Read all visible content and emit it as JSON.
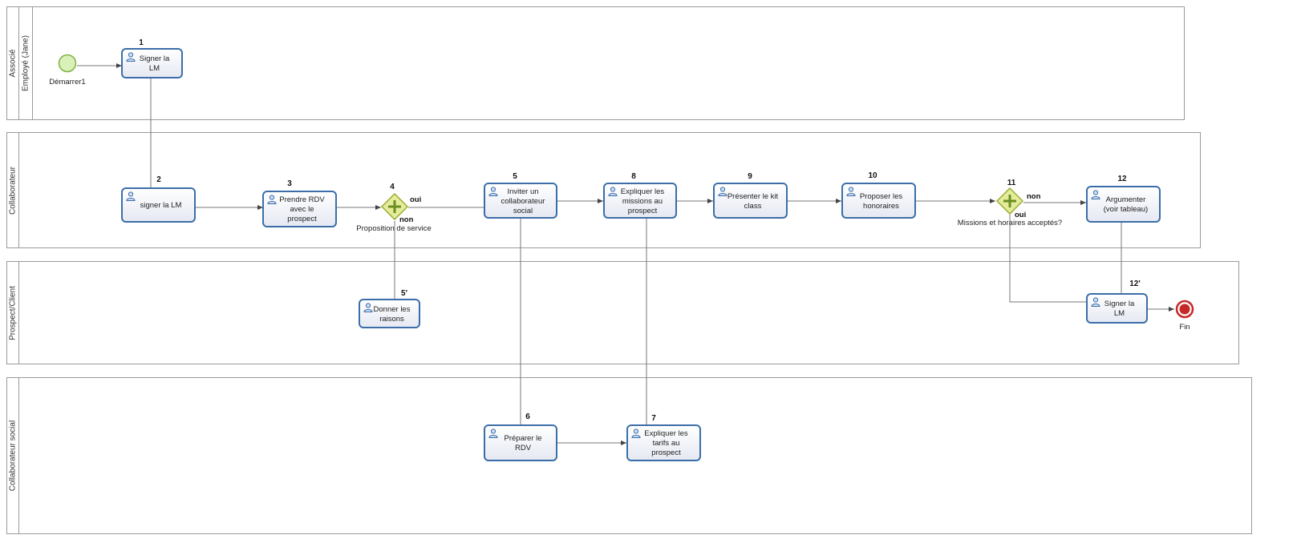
{
  "lanes": {
    "associe": "Associé",
    "employe": "Employé (Jane)",
    "collaborateur": "Collaborateur",
    "prospect": "Prospect/Client",
    "collab_social": "Collaborateur social"
  },
  "events": {
    "start": "Démarrer1",
    "end": "Fin"
  },
  "tasks": {
    "t1": {
      "num": "1",
      "label": "Signer la LM"
    },
    "t2": {
      "num": "2",
      "label": "signer la LM"
    },
    "t3": {
      "num": "3",
      "label": "Prendre RDV avec le prospect"
    },
    "t5": {
      "num": "5",
      "label": "Inviter un collaborateur social"
    },
    "t5p": {
      "num": "5'",
      "label": "Donner les raisons"
    },
    "t6": {
      "num": "6",
      "label": "Préparer le RDV"
    },
    "t7": {
      "num": "7",
      "label": "Expliquer les tarifs au prospect"
    },
    "t8": {
      "num": "8",
      "label": "Expliquer les missions au prospect"
    },
    "t9": {
      "num": "9",
      "label": "Présenter le kit class"
    },
    "t10": {
      "num": "10",
      "label": "Proposer les honoraires"
    },
    "t12": {
      "num": "12",
      "label": "Argumenter (voir tableau)"
    },
    "t12p": {
      "num": "12'",
      "label": "Signer la LM"
    }
  },
  "gateways": {
    "g4": {
      "num": "4",
      "label": "Proposition de service",
      "yes": "oui",
      "no": "non"
    },
    "g11": {
      "num": "11",
      "label": "Missions et horaires acceptés?",
      "yes": "oui",
      "no": "non"
    }
  },
  "colors": {
    "task_border": "#3b6ea8",
    "start_fill": "#d9f0b8",
    "start_stroke": "#7cb342",
    "end_fill": "#c62828",
    "gateway_fill": "#e4ec9c",
    "gateway_stroke": "#9aab2e",
    "gateway_plus": "#6b8e23"
  },
  "icons": {
    "task": "user-icon",
    "gateway": "parallel-gateway-icon",
    "start": "start-event-icon",
    "end": "end-event-icon"
  }
}
